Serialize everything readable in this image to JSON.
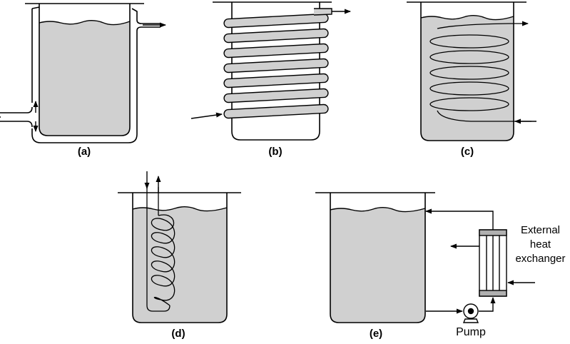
{
  "labels": {
    "a": "(a)",
    "b": "(b)",
    "c": "(c)",
    "d": "(d)",
    "e": "(e)"
  },
  "external_heat_exchanger": {
    "line1": "External",
    "line2": "heat",
    "line3": "exchanger"
  },
  "pump": "Pump",
  "colors": {
    "liquid": "#d0d0d0",
    "stroke": "#000000"
  }
}
